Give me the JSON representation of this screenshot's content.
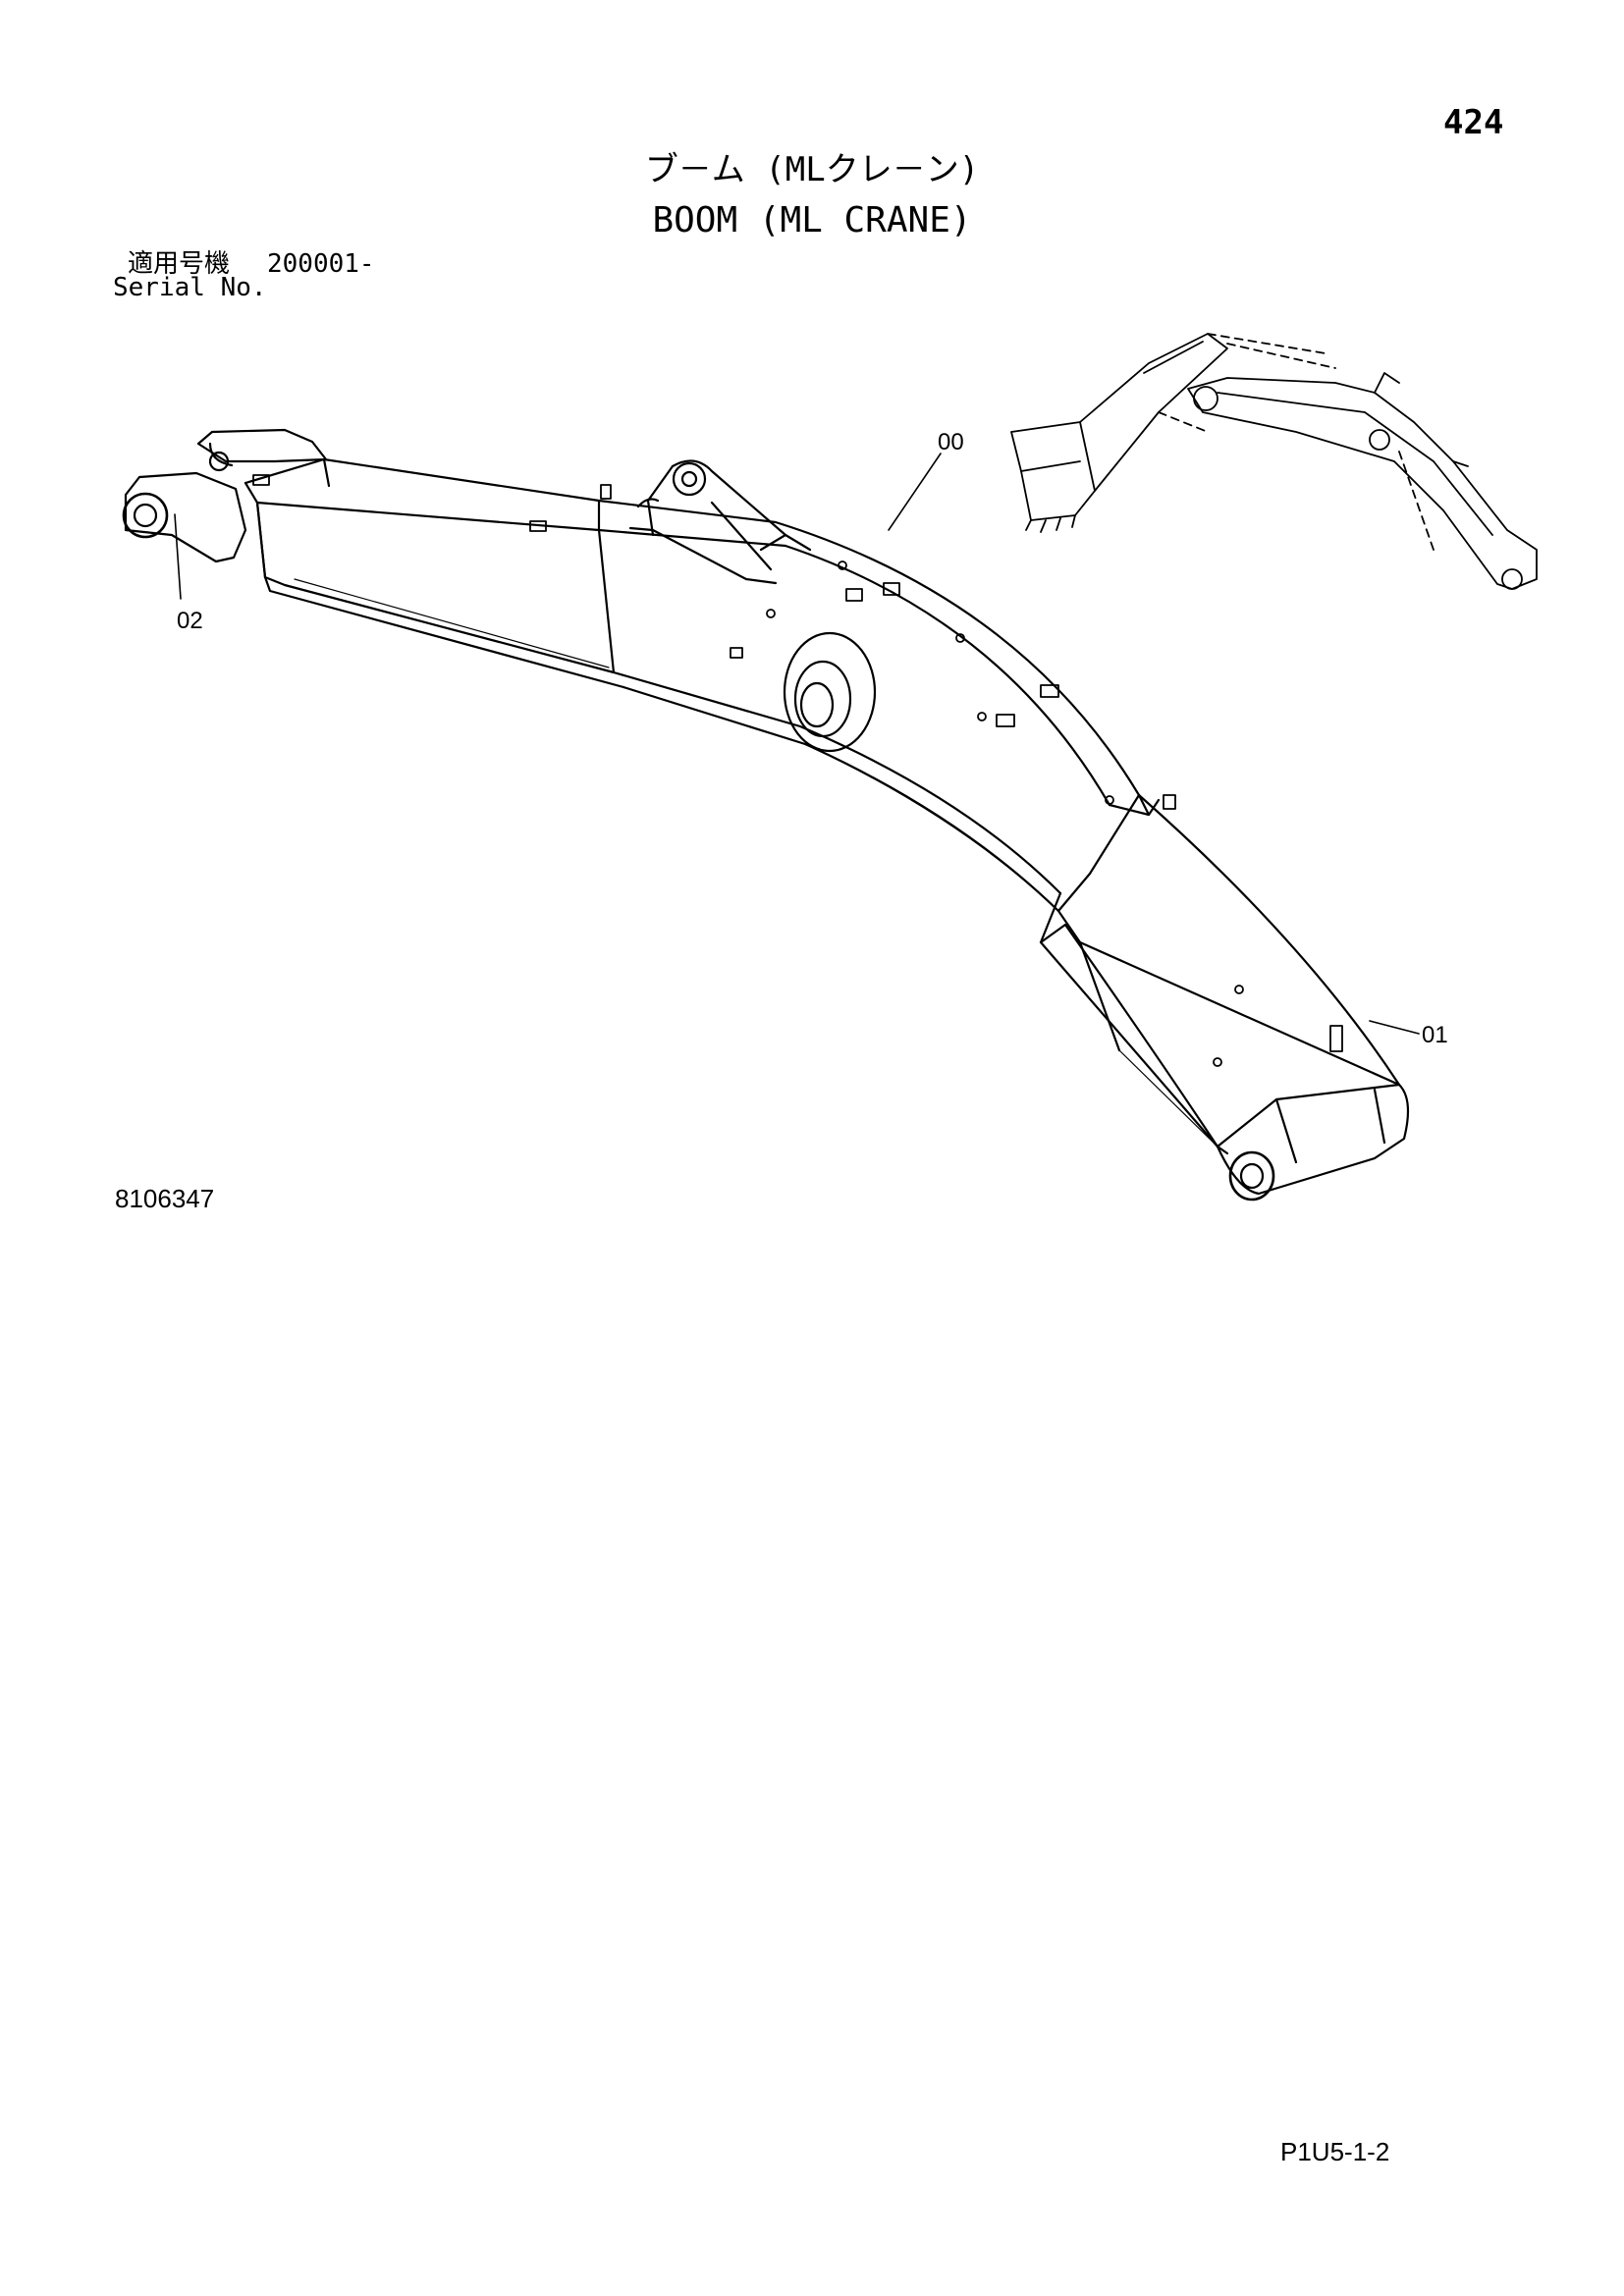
{
  "page": {
    "number": "424",
    "sheet_code": "P1U5-1-2",
    "drawing_number": "8106347"
  },
  "title": {
    "japanese": "ブ－ム (MLクレ－ン)",
    "english": "BOOM (ML CRANE)"
  },
  "serial": {
    "label_jp": "適用号機",
    "label_en": "Serial No.",
    "value": "200001-"
  },
  "callouts": [
    {
      "id": "00",
      "label": "00"
    },
    {
      "id": "01",
      "label": "01"
    },
    {
      "id": "02",
      "label": "02"
    }
  ]
}
